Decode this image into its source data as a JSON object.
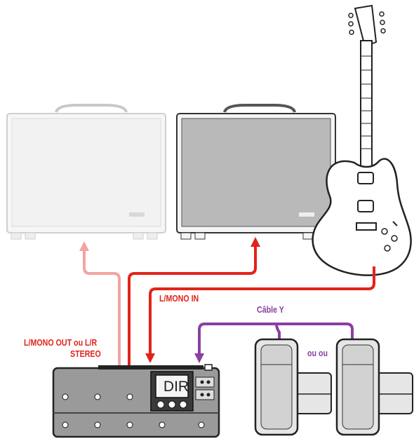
{
  "labels": {
    "mono_out": "L/MONO OUT ou L/R",
    "stereo": "STEREO",
    "mono_in": "L/MONO IN",
    "cable_y": "Câble Y",
    "or_or": "ou ou",
    "display": "DIR"
  },
  "colors": {
    "red": "#e2231a",
    "pink": "#f3a3a3",
    "purple": "#8b3fa0"
  },
  "icons": [
    "amplifier-icon",
    "guitar-icon",
    "expression-pedal-icon",
    "pedalboard-icon"
  ]
}
